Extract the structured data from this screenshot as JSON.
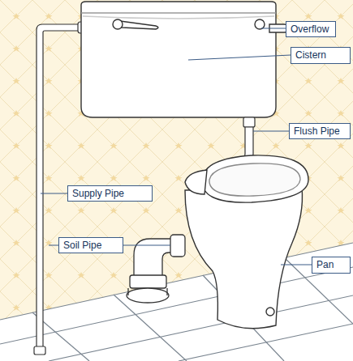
{
  "diagram": {
    "nodes": [
      {
        "text": [
          "Overflow"
        ]
      },
      {
        "text": [
          "Cistern"
        ]
      },
      {
        "text": [
          "Flush Pipe"
        ]
      },
      {
        "text": [
          "Supply Pipe"
        ]
      },
      {
        "text": [
          "Soil Pipe"
        ]
      },
      {
        "text": [
          "Pan"
        ]
      }
    ]
  }
}
